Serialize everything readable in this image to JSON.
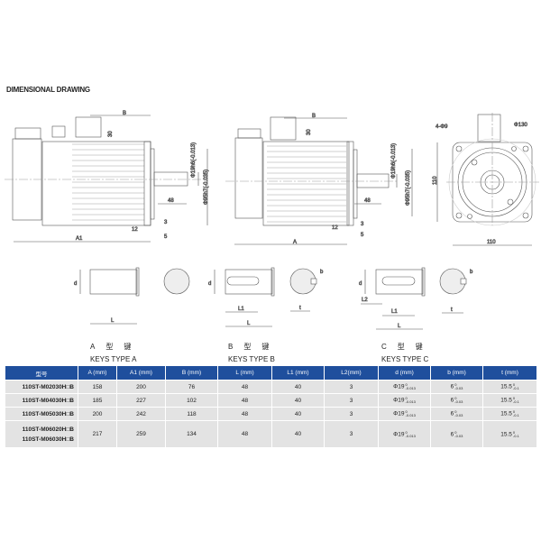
{
  "title": "DIMENSIONAL DRAWING",
  "drawing1": {
    "B": "B",
    "d30": "30",
    "phi19": "Φ19h6(-0.013)",
    "phi95": "Φ95h7(-0.035)",
    "d48": "48",
    "d3": "3",
    "d12": "12",
    "d5": "5",
    "A1": "A1"
  },
  "drawing2": {
    "B": "B",
    "d30": "30",
    "phi19": "Φ19h6(-0.013)",
    "phi95": "Φ95h7(-0.035)",
    "d48": "48",
    "d3": "3",
    "d12": "12",
    "d5": "5",
    "A": "A"
  },
  "drawing3": {
    "holes": "4-Φ9",
    "phi130": "Φ130",
    "h110": "110",
    "w110": "110"
  },
  "shafts": {
    "d": "d",
    "L": "L",
    "L1": "L1",
    "L2": "L2",
    "b": "b",
    "t": "t"
  },
  "keys": [
    {
      "letter": "A",
      "cn1": "型",
      "cn2": "键",
      "en": "KEYS  TYPE  A"
    },
    {
      "letter": "B",
      "cn1": "型",
      "cn2": "键",
      "en": "KEYS  TYPE  B"
    },
    {
      "letter": "C",
      "cn1": "型",
      "cn2": "键",
      "en": "KEYS  TYPE  C"
    }
  ],
  "table": {
    "headers": [
      "型号",
      "A (mm)",
      "A1 (mm)",
      "B (mm)",
      "L (mm)",
      "L1 (mm)",
      "L2(mm)",
      "d (mm)",
      "b (mm)",
      "t (mm)"
    ],
    "rows": [
      {
        "model": "110ST-M02030H□B",
        "A": "158",
        "A1": "200",
        "B": "76",
        "L": "48",
        "L1": "40",
        "L2": "3",
        "d": "Φ19",
        "d_tol_up": "0",
        "d_tol_low": "-0.013",
        "b": "6",
        "b_tol_up": "0",
        "b_tol_low": "-0.03",
        "t": "15.5",
        "t_tol_up": "0",
        "t_tol_low": "-0.1"
      },
      {
        "model": "110ST-M04030H□B",
        "A": "185",
        "A1": "227",
        "B": "102",
        "L": "48",
        "L1": "40",
        "L2": "3",
        "d": "Φ19",
        "d_tol_up": "0",
        "d_tol_low": "-0.013",
        "b": "6",
        "b_tol_up": "0",
        "b_tol_low": "-0.03",
        "t": "15.5",
        "t_tol_up": "0",
        "t_tol_low": "-0.1"
      },
      {
        "model": "110ST-M05030H□B",
        "A": "200",
        "A1": "242",
        "B": "118",
        "L": "48",
        "L1": "40",
        "L2": "3",
        "d": "Φ19",
        "d_tol_up": "0",
        "d_tol_low": "-0.013",
        "b": "6",
        "b_tol_up": "0",
        "b_tol_low": "-0.03",
        "t": "15.5",
        "t_tol_up": "0",
        "t_tol_low": "-0.1"
      },
      {
        "model": "110ST-M06020H□B",
        "model2": "110ST-M06030H□B",
        "A": "217",
        "A1": "259",
        "B": "134",
        "L": "48",
        "L1": "40",
        "L2": "3",
        "d": "Φ19",
        "d_tol_up": "0",
        "d_tol_low": "-0.013",
        "b": "6",
        "b_tol_up": "0",
        "b_tol_low": "-0.03",
        "t": "15.5",
        "t_tol_up": "0",
        "t_tol_low": "-0.1"
      }
    ]
  }
}
